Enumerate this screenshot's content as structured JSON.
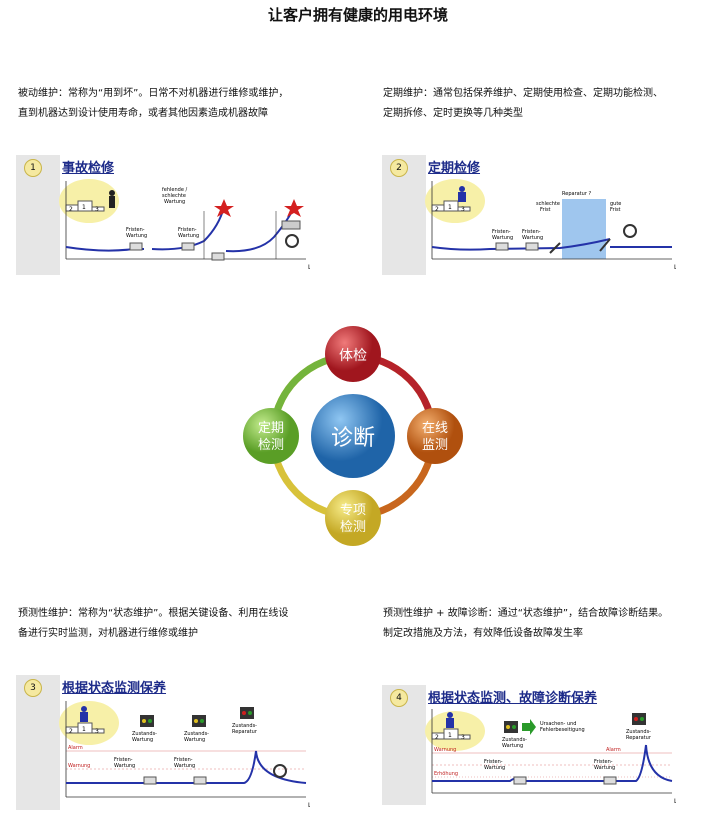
{
  "title": "让客户拥有健康的用电环境",
  "blocks": {
    "b1": {
      "line1": "被动维护：常称为“用到坏”。日常不对机器进行维修或维护，",
      "line2": "直到机器达到设计使用寿命，或者其他因素造成机器故障"
    },
    "b2": {
      "line1": "定期维护：通常包括保养维护、定期使用检查、定期功能检测、",
      "line2": "定期拆修、定时更换等几种类型"
    },
    "b3": {
      "line1": "预测性维护：常称为“状态维护”。根据关键设备、利用在线设",
      "line2": "备进行实时监测，对机器进行维修或维护"
    },
    "b4": {
      "line1": "预测性维护 + 故障诊断：通过“状态维护”，结合故障诊断结果。",
      "line2": "制定改措施及方法，有效降低设备故障发生率"
    }
  },
  "panels": [
    {
      "num": "1",
      "title": "事故检修",
      "labels": {
        "fristen1": "Fristen-",
        "wartung1": "Wartung",
        "fristen2": "Fristen-",
        "wartung2": "Wartung",
        "fehl1": "fehlende /",
        "fehl2": "schlechte",
        "fehl3": "Wartung",
        "axis": "L₅",
        "p1": "1",
        "p2": "2",
        "p3": "3"
      }
    },
    {
      "num": "2",
      "title": "定期检修",
      "labels": {
        "fristen1": "Fristen-",
        "wartung1": "Wartung",
        "fristen2": "Fristen-",
        "wartung2": "Wartung",
        "rep": "Reparatur ?",
        "schl1": "schlechte",
        "schl2": "Frist",
        "gute1": "gute",
        "gute2": "Frist",
        "axis": "L₅",
        "p1": "1",
        "p2": "2",
        "p3": "3"
      }
    },
    {
      "num": "3",
      "title": "根据状态监测保养",
      "labels": {
        "alarm": "Alarm",
        "warnung": "Warnung",
        "fristen1": "Fristen-",
        "wartung1": "Wartung",
        "fristen2": "Fristen-",
        "wartung2": "Wartung",
        "z1a": "Zustands-",
        "z1b": "Wartung",
        "z2a": "Zustands-",
        "z2b": "Wartung",
        "z3a": "Zustands-",
        "z3b": "Reparatur",
        "axis": "L₅",
        "p1": "1",
        "p2": "2",
        "p3": "3"
      }
    },
    {
      "num": "4",
      "title": "根据状态监测、故障诊断保养",
      "labels": {
        "alarm": "Alarm",
        "warnung": "Warnung",
        "erh": "Erhöhung",
        "fristen1": "Fristen-",
        "wartung1": "Wartung",
        "fristen2": "Fristen-",
        "wartung2": "Wartung",
        "z1a": "Zustands-",
        "z1b": "Wartung",
        "u1": "Ursachen- und",
        "u2": "Fehlerbeseitigung",
        "z3a": "Zustands-",
        "z3b": "Reparatur",
        "axis": "L₅",
        "p1": "1",
        "p2": "2",
        "p3": "3"
      }
    }
  ],
  "cycle": {
    "center": "诊断",
    "top": "体检",
    "right1": "在线",
    "right2": "监测",
    "bottom1": "专项",
    "bottom2": "检测",
    "left1": "定期",
    "left2": "检测"
  },
  "colors": {
    "top": "#b5222a",
    "right": "#c8661e",
    "bottom": "#d8c23a",
    "left": "#74b43c",
    "center": "#2f7fc0",
    "curve": "#2432a8",
    "title": "#1e2c8a"
  }
}
